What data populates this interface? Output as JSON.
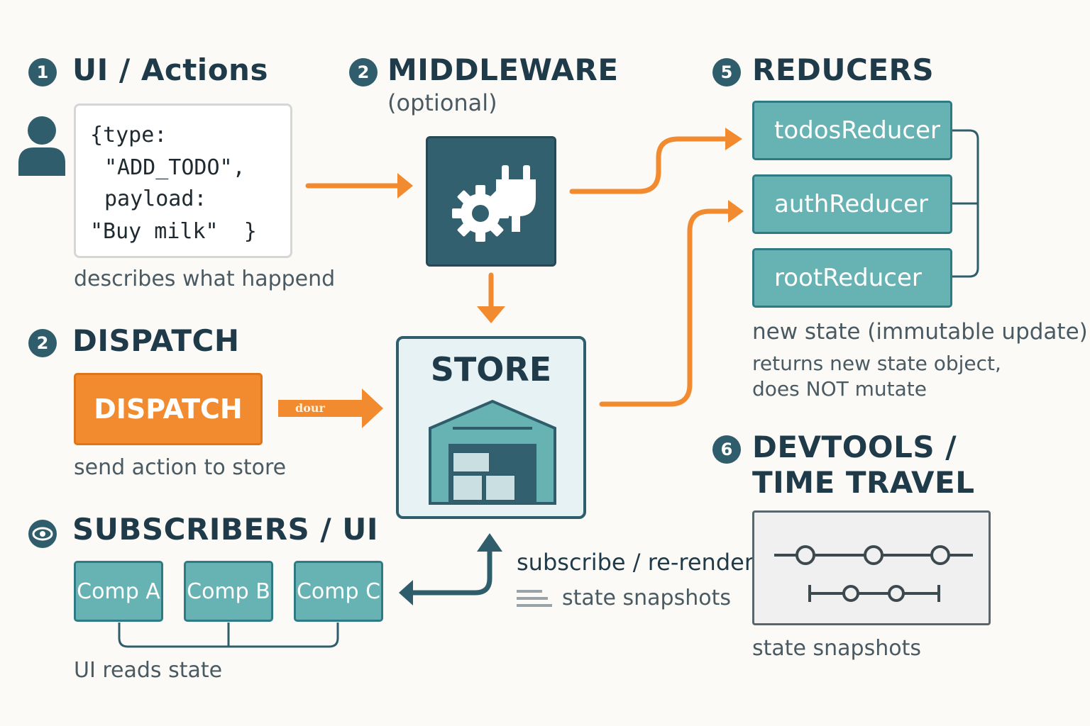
{
  "colors": {
    "accent": "#f28b30",
    "teal": "#67b3b3",
    "dark": "#2f5d6b",
    "text": "#1f3a48"
  },
  "ui_actions": {
    "badge": "1",
    "title": "UI / Actions",
    "code": [
      "{type:",
      "\"ADD_TODO\",",
      "payload:",
      "\"Buy milk\"  }"
    ],
    "caption": "describes what happend",
    "icon": "user-icon"
  },
  "middleware": {
    "badge": "2",
    "title": "MIDDLEWARE",
    "subtitle": "(optional)",
    "icon": "gear-plug-icon"
  },
  "reducers": {
    "badge": "5",
    "title": "REDUCERS",
    "items": [
      "todosReducer",
      "authReducer",
      "rootReducer"
    ],
    "caption_main": "new state (immutable update)",
    "caption_line1": "returns new state object,",
    "caption_line2": "does NOT mutate"
  },
  "dispatch": {
    "badge": "2",
    "title": "DISPATCH",
    "button_label": "DISPATCH",
    "caption": "send action to store",
    "arrow_label": "dour"
  },
  "store": {
    "title": "STORE",
    "icon": "warehouse-icon"
  },
  "subscribers": {
    "title": "SUBSCRIBERS / UI",
    "icon": "eye-icon",
    "components": [
      "Comp A",
      "Comp B",
      "Comp C"
    ],
    "caption": "UI reads state",
    "subscribe_label": "subscribe / re-render",
    "snapshots_label": "state snapshots"
  },
  "devtools": {
    "badge": "6",
    "title_line1": "DEVTOOLS /",
    "title_line2": "TIME TRAVEL",
    "caption": "state snapshots",
    "icon": "timeline-icon"
  }
}
